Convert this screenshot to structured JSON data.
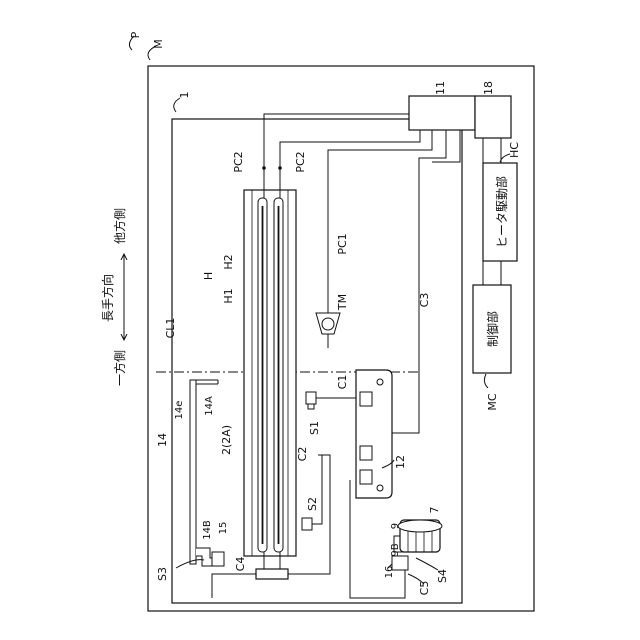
{
  "labels": {
    "P": "P",
    "M": "M",
    "n1": "1",
    "n11": "11",
    "n18": "18",
    "HC": "HC",
    "heater_drive": "ヒータ駆動部",
    "controller": "制御部",
    "MC": "MC",
    "PC2a": "PC2",
    "PC2b": "PC2",
    "PC1": "PC1",
    "C3": "C3",
    "H": "H",
    "H2": "H2",
    "H1": "H1",
    "TM": "TM",
    "CL1": "CL1",
    "C1": "C1",
    "S1": "S1",
    "C2": "C2",
    "S2": "S2",
    "n12": "12",
    "n14e": "14e",
    "n14A": "14A",
    "n14": "14",
    "n2A": "2(2A)",
    "n14B": "14B",
    "n15": "15",
    "S3": "S3",
    "C4": "C4",
    "n16": "16",
    "C5": "C5",
    "n9": "9",
    "n9B": "9B",
    "S4": "S4",
    "n7": "7",
    "one_side": "一方側",
    "longitudinal": "長手方向",
    "other_side": "他方側"
  },
  "colors": {
    "line": "#111111",
    "fill": "#ffffff"
  }
}
